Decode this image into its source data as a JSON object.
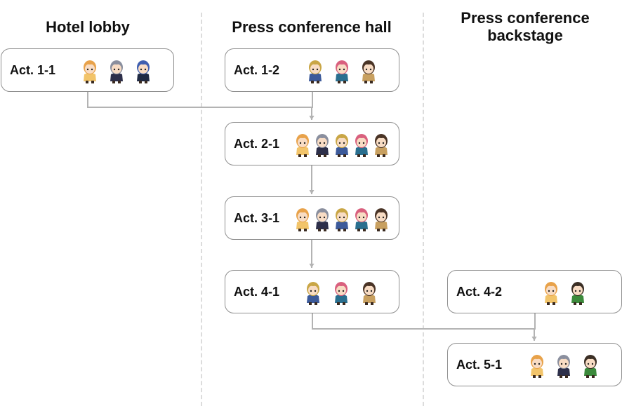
{
  "columns": [
    {
      "title": "Hotel lobby"
    },
    {
      "title": "Press conference hall"
    },
    {
      "title": "Press conference\nbackstage"
    }
  ],
  "acts": [
    {
      "id": "act-1-1",
      "label": "Act. 1-1",
      "characters": [
        "blonde-girl",
        "grey-haired-boy",
        "blue-haired-boy"
      ]
    },
    {
      "id": "act-1-2",
      "label": "Act. 1-2",
      "characters": [
        "blonde-boy",
        "pink-haired-girl",
        "brown-haired-man"
      ]
    },
    {
      "id": "act-2-1",
      "label": "Act. 2-1",
      "characters": [
        "blonde-girl",
        "grey-haired-boy",
        "blonde-boy",
        "pink-haired-girl",
        "brown-haired-man"
      ]
    },
    {
      "id": "act-3-1",
      "label": "Act. 3-1",
      "characters": [
        "blonde-girl",
        "grey-haired-boy",
        "blonde-boy",
        "pink-haired-girl",
        "brown-haired-man"
      ]
    },
    {
      "id": "act-4-1",
      "label": "Act. 4-1",
      "characters": [
        "blonde-boy",
        "pink-haired-girl",
        "brown-haired-man"
      ]
    },
    {
      "id": "act-4-2",
      "label": "Act. 4-2",
      "characters": [
        "blonde-girl",
        "green-shirt-boy"
      ]
    },
    {
      "id": "act-5-1",
      "label": "Act. 5-1",
      "characters": [
        "blonde-girl",
        "grey-haired-boy",
        "green-shirt-boy"
      ]
    }
  ],
  "characters": {
    "blonde-girl": {
      "hair": "#e8a24a",
      "outfit": "#f2c46a"
    },
    "grey-haired-boy": {
      "hair": "#8a8f9e",
      "outfit": "#2d2f4a"
    },
    "blue-haired-boy": {
      "hair": "#3f5fb0",
      "outfit": "#1f2a44"
    },
    "blonde-boy": {
      "hair": "#c9a646",
      "outfit": "#3c5a9a"
    },
    "pink-haired-girl": {
      "hair": "#d9607e",
      "outfit": "#2a6f8f"
    },
    "brown-haired-man": {
      "hair": "#4a3426",
      "outfit": "#c8a060"
    },
    "green-shirt-boy": {
      "hair": "#3b2f25",
      "outfit": "#3c8a3c"
    }
  },
  "links": [
    {
      "from": [
        "act-1-1",
        "act-1-2"
      ],
      "to": "act-2-1"
    },
    {
      "from": [
        "act-2-1"
      ],
      "to": "act-3-1"
    },
    {
      "from": [
        "act-3-1"
      ],
      "to": "act-4-1"
    },
    {
      "from": [
        "act-4-1",
        "act-4-2"
      ],
      "to": "act-5-1"
    }
  ],
  "colors": {
    "connector": "#b3b3b3",
    "box_border": "#8f8f8f",
    "divider": "#dcdcdc"
  }
}
